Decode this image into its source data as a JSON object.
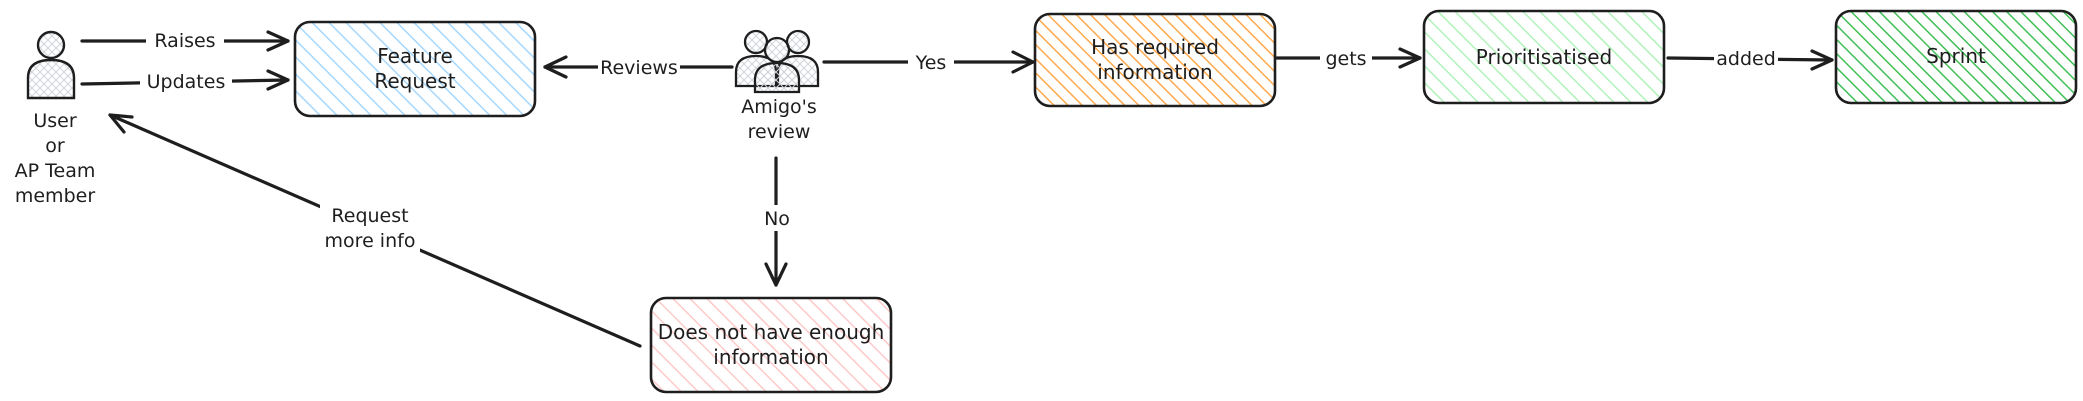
{
  "diagram": {
    "actors": {
      "user": {
        "lines": [
          "User",
          "or",
          "AP Team",
          "member"
        ]
      },
      "amigos": {
        "lines": [
          "Amigo's",
          "review"
        ]
      }
    },
    "nodes": {
      "feature_request": {
        "lines": [
          "Feature",
          "Request"
        ],
        "fill": "#a5d8ff"
      },
      "has_required_info": {
        "lines": [
          "Has required",
          "information"
        ],
        "fill": "#ffa94d"
      },
      "prioritised": {
        "lines": [
          "Prioritisatised"
        ],
        "fill": "#b2f2bb"
      },
      "sprint": {
        "lines": [
          "Sprint"
        ],
        "fill": "#40c057"
      },
      "not_enough_info": {
        "lines": [
          "Does not have enough",
          "information"
        ],
        "fill": "#ffc9c9"
      }
    },
    "edges": {
      "raises": "Raises",
      "updates": "Updates",
      "reviews": "Reviews",
      "yes": "Yes",
      "gets": "gets",
      "added": "added",
      "no": "No",
      "request_more_info": [
        "Request",
        "more info"
      ]
    }
  }
}
